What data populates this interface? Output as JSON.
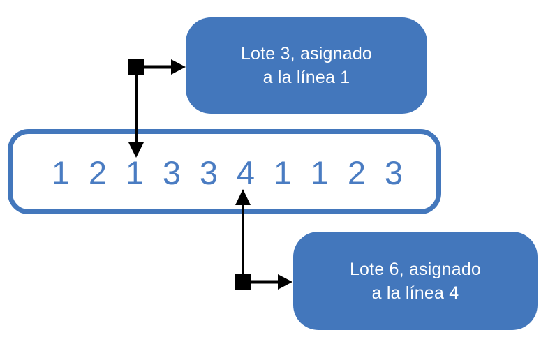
{
  "diagram": {
    "sequence": {
      "values": [
        "1",
        "2",
        "1",
        "3",
        "3",
        "4",
        "1",
        "1",
        "2",
        "3"
      ]
    },
    "callout_top": {
      "line1": "Lote 3, asignado",
      "line2": "a la línea 1"
    },
    "callout_bottom": {
      "line1": "Lote 6, asignado",
      "line2": "a la línea 4"
    },
    "colors": {
      "accent_blue": "#4377bc",
      "digit_blue": "#4a7cc2",
      "connector_black": "#000000",
      "callout_text": "#ffffff",
      "background": "#ffffff"
    }
  }
}
